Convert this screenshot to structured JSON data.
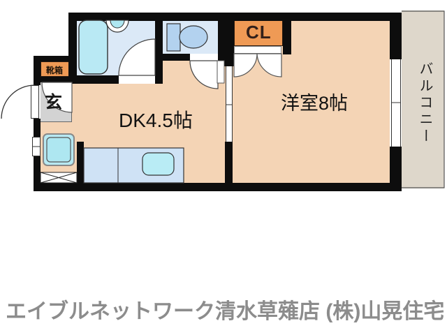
{
  "plan": {
    "title": "apartment-floorplan-1dk",
    "labels": {
      "closet": "CL",
      "western_room": "洋室8帖",
      "dining_kitchen": "DK4.5帖",
      "entrance": "玄",
      "shoe_box": "靴箱",
      "balcony": "バルコニー"
    },
    "colors": {
      "wall": "#0d0d0d",
      "room_floor": "#f4d4b5",
      "wet_area_floor": "#dbe9f7",
      "accent_orange": "#ef9a55",
      "fixture_cyan": "#b9e9f4",
      "fixture_blue": "#b3d2ef",
      "entrance_gray": "#d3d3d3",
      "balcony_beige": "#ded7cb"
    }
  },
  "footer": {
    "caption": "エイブルネットワーク清水草薙店 (株)山晃住宅",
    "color": "#8c8c8c"
  }
}
